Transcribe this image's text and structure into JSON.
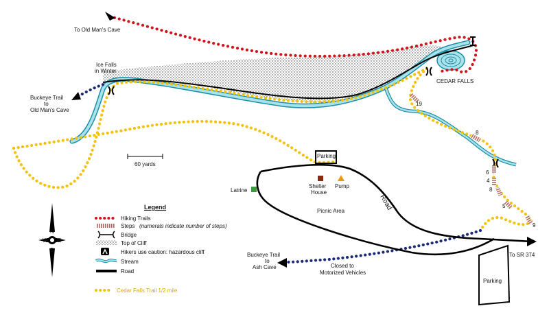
{
  "colors": {
    "hiking_trail": "#d0151c",
    "cedar_falls_trail": "#f4c20d",
    "buckeye_trail": "#1c2a78",
    "stream_fill": "#a9e2ea",
    "stream_edge": "#1d8fa6",
    "road": "#000000",
    "steps": "#b06a5a",
    "latrine": "#3c9a3c",
    "shelter": "#8b2a12",
    "pump": "#e59b14"
  },
  "labels": {
    "to_old_mans_cave": "To Old Man's Cave",
    "ice_falls_1": "Ice Falls",
    "ice_falls_2": "in Winter",
    "buckeye_om_1": "Buckeye Trail",
    "buckeye_om_2": "to",
    "buckeye_om_3": "Old Man's Cave",
    "cedar_falls": "CEDAR FALLS",
    "scale": "60 yards",
    "parking_top": "Parking",
    "latrine": "Latrine",
    "shelter_1": "Shelter",
    "shelter_2": "House",
    "pump": "Pump",
    "picnic_area": "Picnic Area",
    "road": "Road",
    "to_sr374": "To SR 374",
    "parking_bottom": "Parking",
    "buckeye_ac_1": "Buckeye Trail",
    "buckeye_ac_2": "to",
    "buckeye_ac_3": "Ash Cave",
    "closed_1": "Closed to",
    "closed_2": "Motorized Vehicles"
  },
  "steps_counts": [
    "19",
    "8",
    "6",
    "4",
    "8",
    "5",
    "9"
  ],
  "compass": {
    "n": "N",
    "s": "S",
    "e": "E",
    "w": "W"
  },
  "legend": {
    "title": "Legend",
    "items": {
      "hiking": "Hiking Trails",
      "steps_a": "Steps",
      "steps_b": "(numerals indicate number of steps)",
      "bridge": "Bridge",
      "cliff": "Top of Cliff",
      "caution": "Hikers use caution: hazardous cliff",
      "stream": "Stream",
      "road": "Road"
    },
    "cedar_trail": "Cedar Falls Trail   1/2 mile"
  }
}
